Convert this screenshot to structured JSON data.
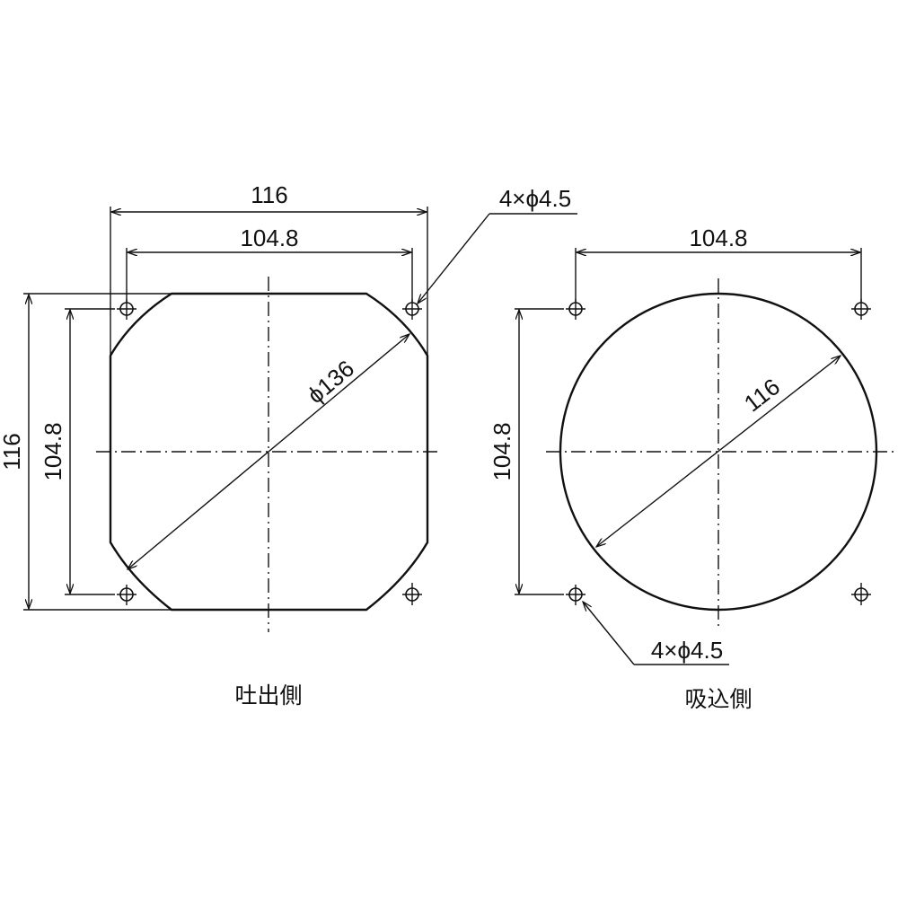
{
  "drawing": {
    "type": "fan mounting dimension drawing",
    "units": "mm",
    "stroke_color": "#111111",
    "background": "#ffffff"
  },
  "exhaust_side": {
    "caption": "吐出側",
    "width_dim": "116",
    "hole_pitch_horizontal": "104.8",
    "height_dim": "116",
    "hole_pitch_vertical": "104.8",
    "diagonal_dim": "ϕ136",
    "hole_callout": "4×ϕ4.5"
  },
  "intake_side": {
    "caption": "吸込側",
    "hole_pitch_horizontal": "104.8",
    "hole_pitch_vertical": "104.8",
    "opening_diameter": "116",
    "hole_callout": "4×ϕ4.5"
  }
}
